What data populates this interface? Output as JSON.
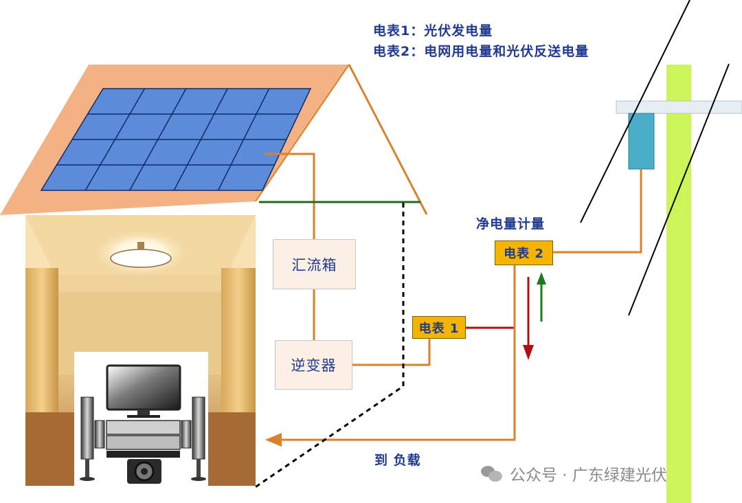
{
  "legend": {
    "meter1": "电表1：光伏发电量",
    "meter2": "电表2：电网用电量和光伏反送电量"
  },
  "components": {
    "combiner": "汇流箱",
    "inverter": "逆变器",
    "meter1": "电表 1",
    "meter2": "电表 2"
  },
  "labels": {
    "net_metering": "净电量计量",
    "to_load": "到 负载"
  },
  "watermark": {
    "text": "公众号 · 广东绿建光伏",
    "icon": "wechat-icon"
  },
  "colors": {
    "wire": "#d9822b",
    "roof": "#f4b183",
    "panel": "#5b8bd9",
    "pole": "#ccf55a",
    "ground_wire": "#1e6b1e",
    "arrow_export": "#b01010",
    "arrow_import": "#1e7a1e",
    "meter_fill": "#f5b400",
    "text": "#1f3a8f"
  }
}
